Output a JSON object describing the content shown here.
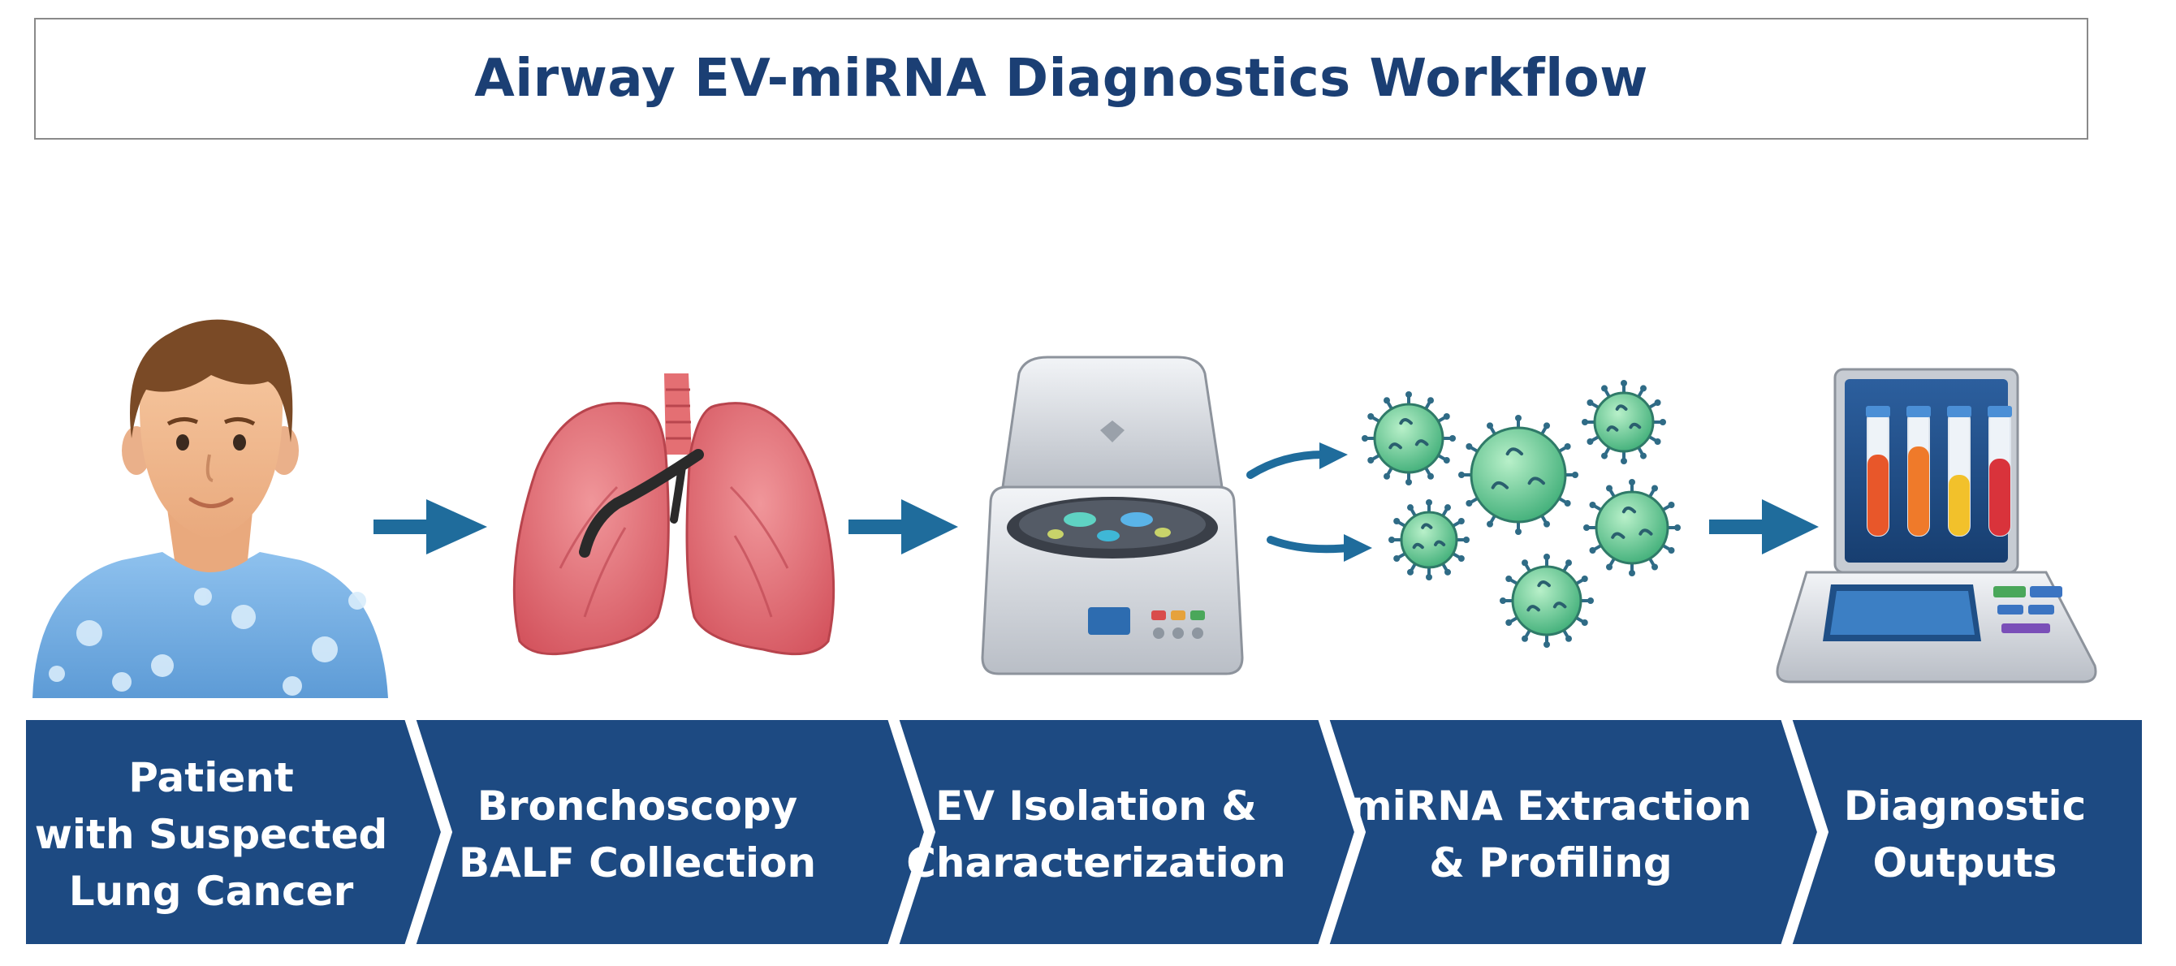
{
  "title": "Airway EV-miRNA Diagnostics Workflow",
  "steps": [
    {
      "lines": [
        "Patient",
        "with Suspected",
        "Lung Cancer"
      ],
      "icon": "patient-icon"
    },
    {
      "lines": [
        "Bronchoscopy",
        "BALF Collection"
      ],
      "icon": "lungs-icon"
    },
    {
      "lines": [
        "EV Isolation &",
        "Characterization"
      ],
      "icon": "centrifuge-icon"
    },
    {
      "lines": [
        "miRNA Extraction",
        "& Profiling"
      ],
      "icon": "extracellular-vesicles-icon"
    },
    {
      "lines": [
        "Diagnostic",
        "Outputs"
      ],
      "icon": "analyzer-icon"
    }
  ],
  "colors": {
    "banner": "#1d4a82",
    "arrow": "#1f6c9c",
    "title": "#1b3f74",
    "lung": "#e26b72",
    "vesicle": "#6fcf97"
  }
}
